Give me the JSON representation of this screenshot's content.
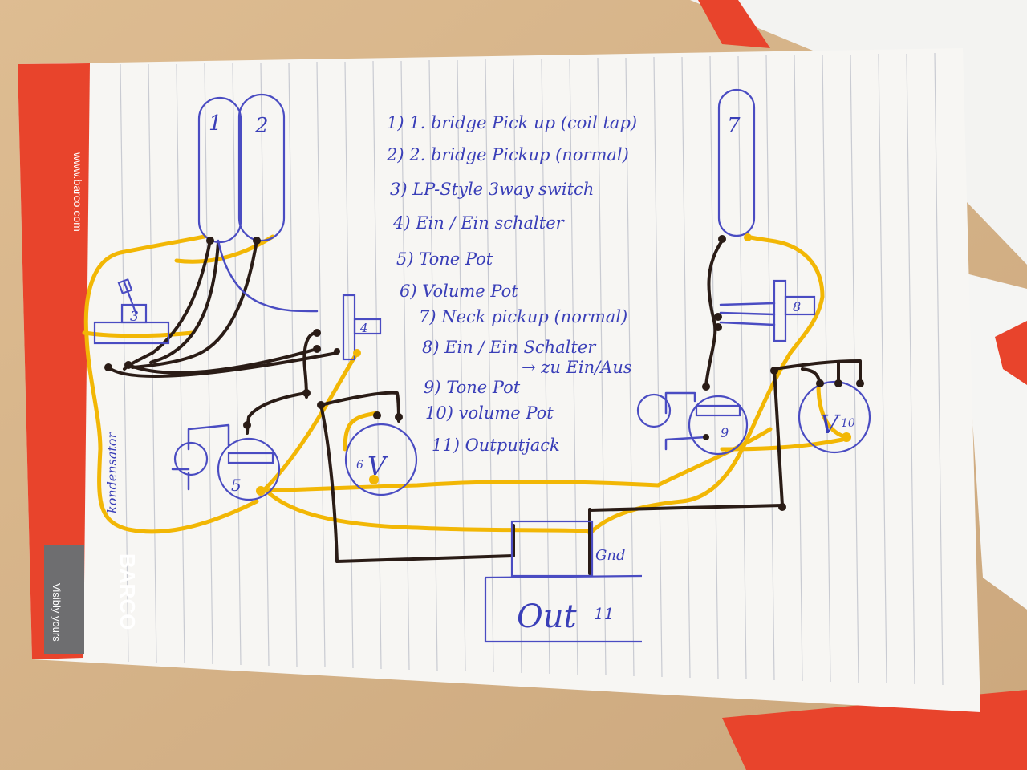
{
  "colors": {
    "desk": "#d8b58a",
    "paper": "#f7f6f3",
    "brand_red": "#e8442c",
    "ink_blue": "#3a3fb8",
    "wire_yellow": "#f2b705",
    "wire_black": "#2a1c16"
  },
  "sidebar": {
    "url": "www.barco.com",
    "brand": "BARCO",
    "tagline": "Visibly yours"
  },
  "legend": [
    "1) 1. bridge Pick up (coil tap)",
    "2) 2. bridge Pickup (normal)",
    "3) LP-Style 3way switch",
    "4) Ein / Ein schalter",
    "5) Tone Pot",
    "6) Volume Pot",
    "7) Neck pickup (normal)",
    "8) Ein / Ein Schalter",
    "→ zu Ein/Aus",
    "9) Tone Pot",
    "10) volume Pot",
    "11) Outputjack"
  ],
  "labels": {
    "pickup1": "1",
    "pickup2": "2",
    "pickup7": "7",
    "switch3": "3",
    "switch4": "4",
    "switch8": "8",
    "pot5": "5",
    "pot6": "6",
    "pot6_v": "V",
    "pot9": "9",
    "pot10_v": "V",
    "pot10": "10",
    "gnd": "Gnd",
    "out": "Out",
    "out_num": "11",
    "kondensator": "kondensator"
  },
  "icons": {
    "capacitor_left": "capacitor-icon",
    "capacitor_right": "capacitor-icon"
  }
}
